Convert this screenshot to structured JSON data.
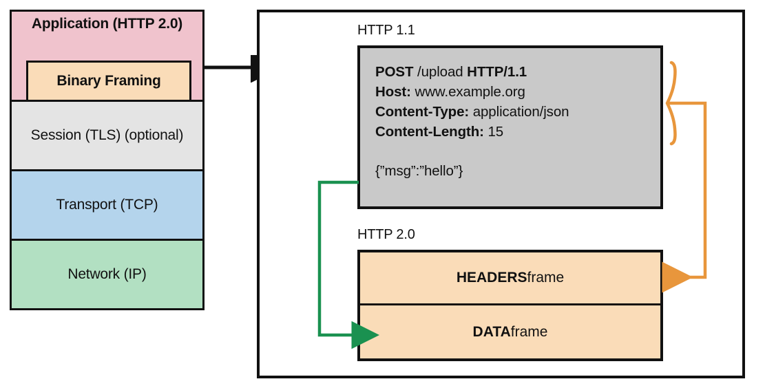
{
  "stack": {
    "layers": [
      {
        "label": "Application (HTTP 2.0)",
        "color": "#f0c3cd"
      },
      {
        "label": "Session (TLS) (optional)",
        "color": "#e4e4e4"
      },
      {
        "label": "Transport (TCP)",
        "color": "#b4d4ec"
      },
      {
        "label": "Network (IP)",
        "color": "#b2e0c2"
      }
    ],
    "inner_box": {
      "label": "Binary Framing",
      "color": "#fadcb8"
    }
  },
  "right_panel": {
    "http11": {
      "caption": "HTTP 1.1",
      "background": "#c9c9c9",
      "lines": [
        {
          "bold_head": "POST",
          "rest": " /upload ",
          "bold_tail": "HTTP/1.1"
        },
        {
          "bold_head": "Host:",
          "rest": " www.example.org",
          "bold_tail": ""
        },
        {
          "bold_head": "Content-Type:",
          "rest": " application/json",
          "bold_tail": ""
        },
        {
          "bold_head": "Content-Length:",
          "rest": " 15",
          "bold_tail": ""
        }
      ],
      "body": "{”msg”:”hello”}"
    },
    "http20": {
      "caption": "HTTP 2.0",
      "background": "#fadcb8",
      "frames": [
        {
          "bold": "HEADERS",
          "rest": " frame"
        },
        {
          "bold": "DATA",
          "rest": " frame"
        }
      ]
    }
  },
  "connectors": {
    "stack_to_panel": {
      "name": "black-arrow",
      "color": "#111111"
    },
    "headers_mapping": {
      "name": "orange-brace-arrow",
      "color": "#e8963c"
    },
    "body_mapping": {
      "name": "green-arrow",
      "color": "#1a9150"
    }
  }
}
